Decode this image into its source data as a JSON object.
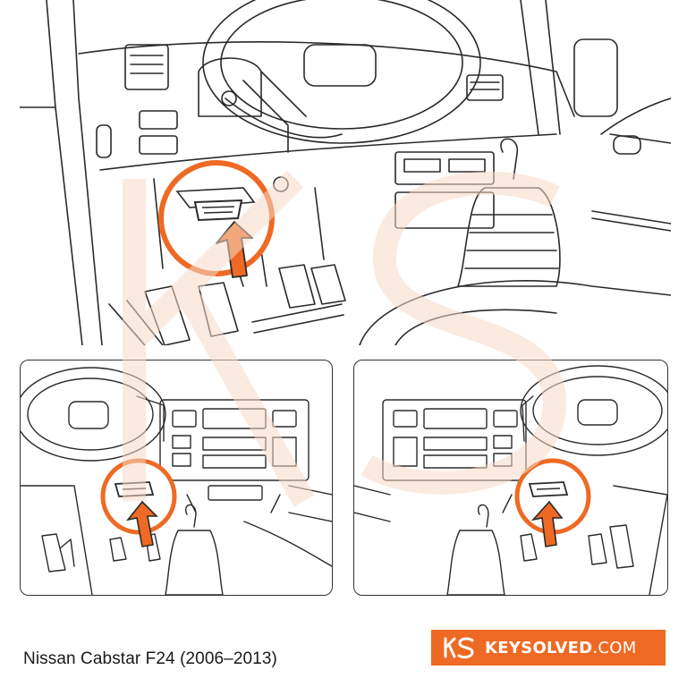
{
  "caption": "Nissan Cabstar F24 (2006–2013)",
  "brand": {
    "name": "KEYSOLVED",
    "tld": ".COM",
    "color": "#ee6a24",
    "logo_icon": "ks-logo-icon"
  },
  "colors": {
    "accent": "#ee6a24",
    "line": "#2a2a2a",
    "watermark": "#f7d9c6"
  },
  "icons": {
    "connector": "obd-port-icon",
    "pointer": "arrow-up-icon"
  }
}
